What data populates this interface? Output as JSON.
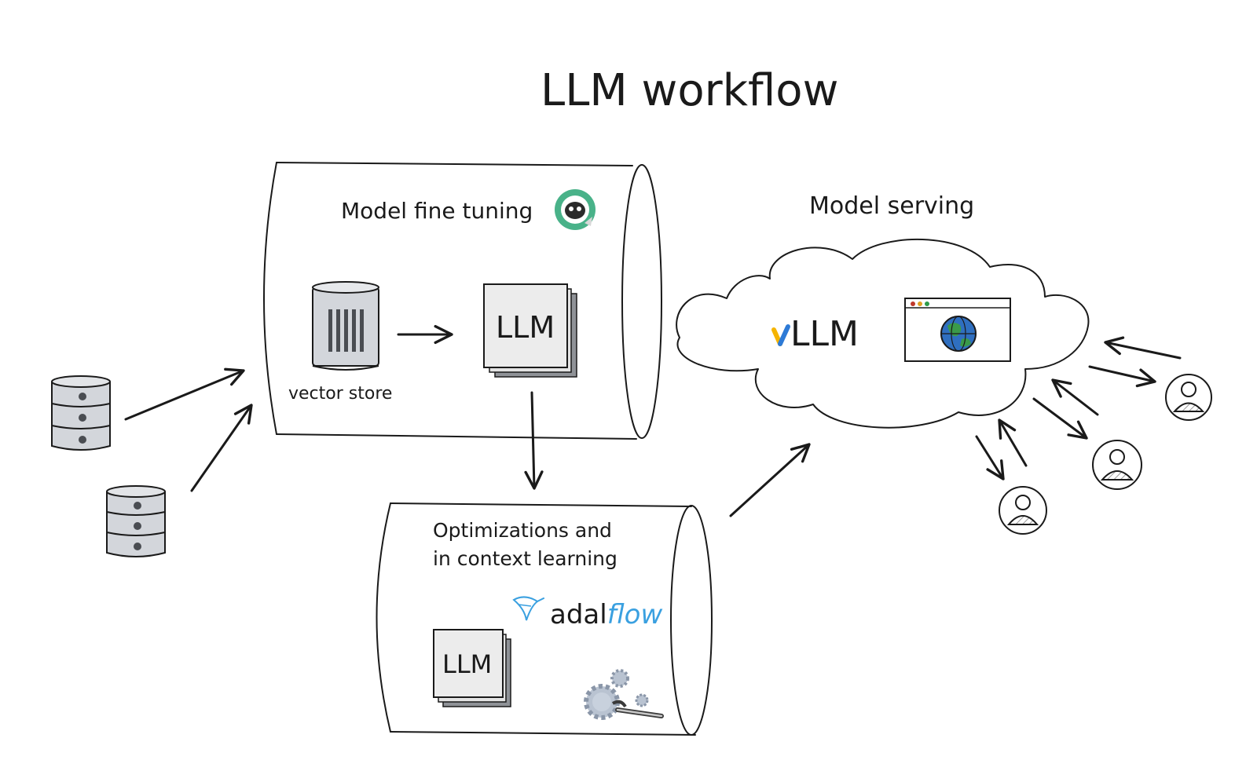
{
  "title": "LLM workflow",
  "stages": {
    "fine_tuning": {
      "label": "Model fine tuning",
      "vector_store_label": "vector store",
      "llm_label": "LLM"
    },
    "optimization": {
      "label_line1": "Optimizations and",
      "label_line2": "in context learning",
      "llm_label": "LLM",
      "logo_word_plain": "adal",
      "logo_word_accent": "flow"
    },
    "serving": {
      "label": "Model serving",
      "vllm_label": "LLM"
    }
  },
  "colors": {
    "ink": "#1a1a1a",
    "disk_fill": "#d3d6db",
    "card_fill": "#ececec",
    "card_shadow": "#8f9297",
    "globe_blue": "#2f6fc0",
    "globe_green": "#3a9a4a",
    "vllm_yellow": "#f5b400",
    "vllm_blue": "#2d7ad6",
    "adalflow_blue": "#3aa0e0",
    "sloth_green": "#49b289",
    "gear_fill": "#b9c3d1"
  },
  "icons": [
    "database-icon",
    "vector-store-icon",
    "llm-card-icon",
    "sloth-logo-icon",
    "vllm-logo-icon",
    "browser-globe-icon",
    "adalflow-logo-icon",
    "gears-wrench-icon",
    "user-icon"
  ]
}
